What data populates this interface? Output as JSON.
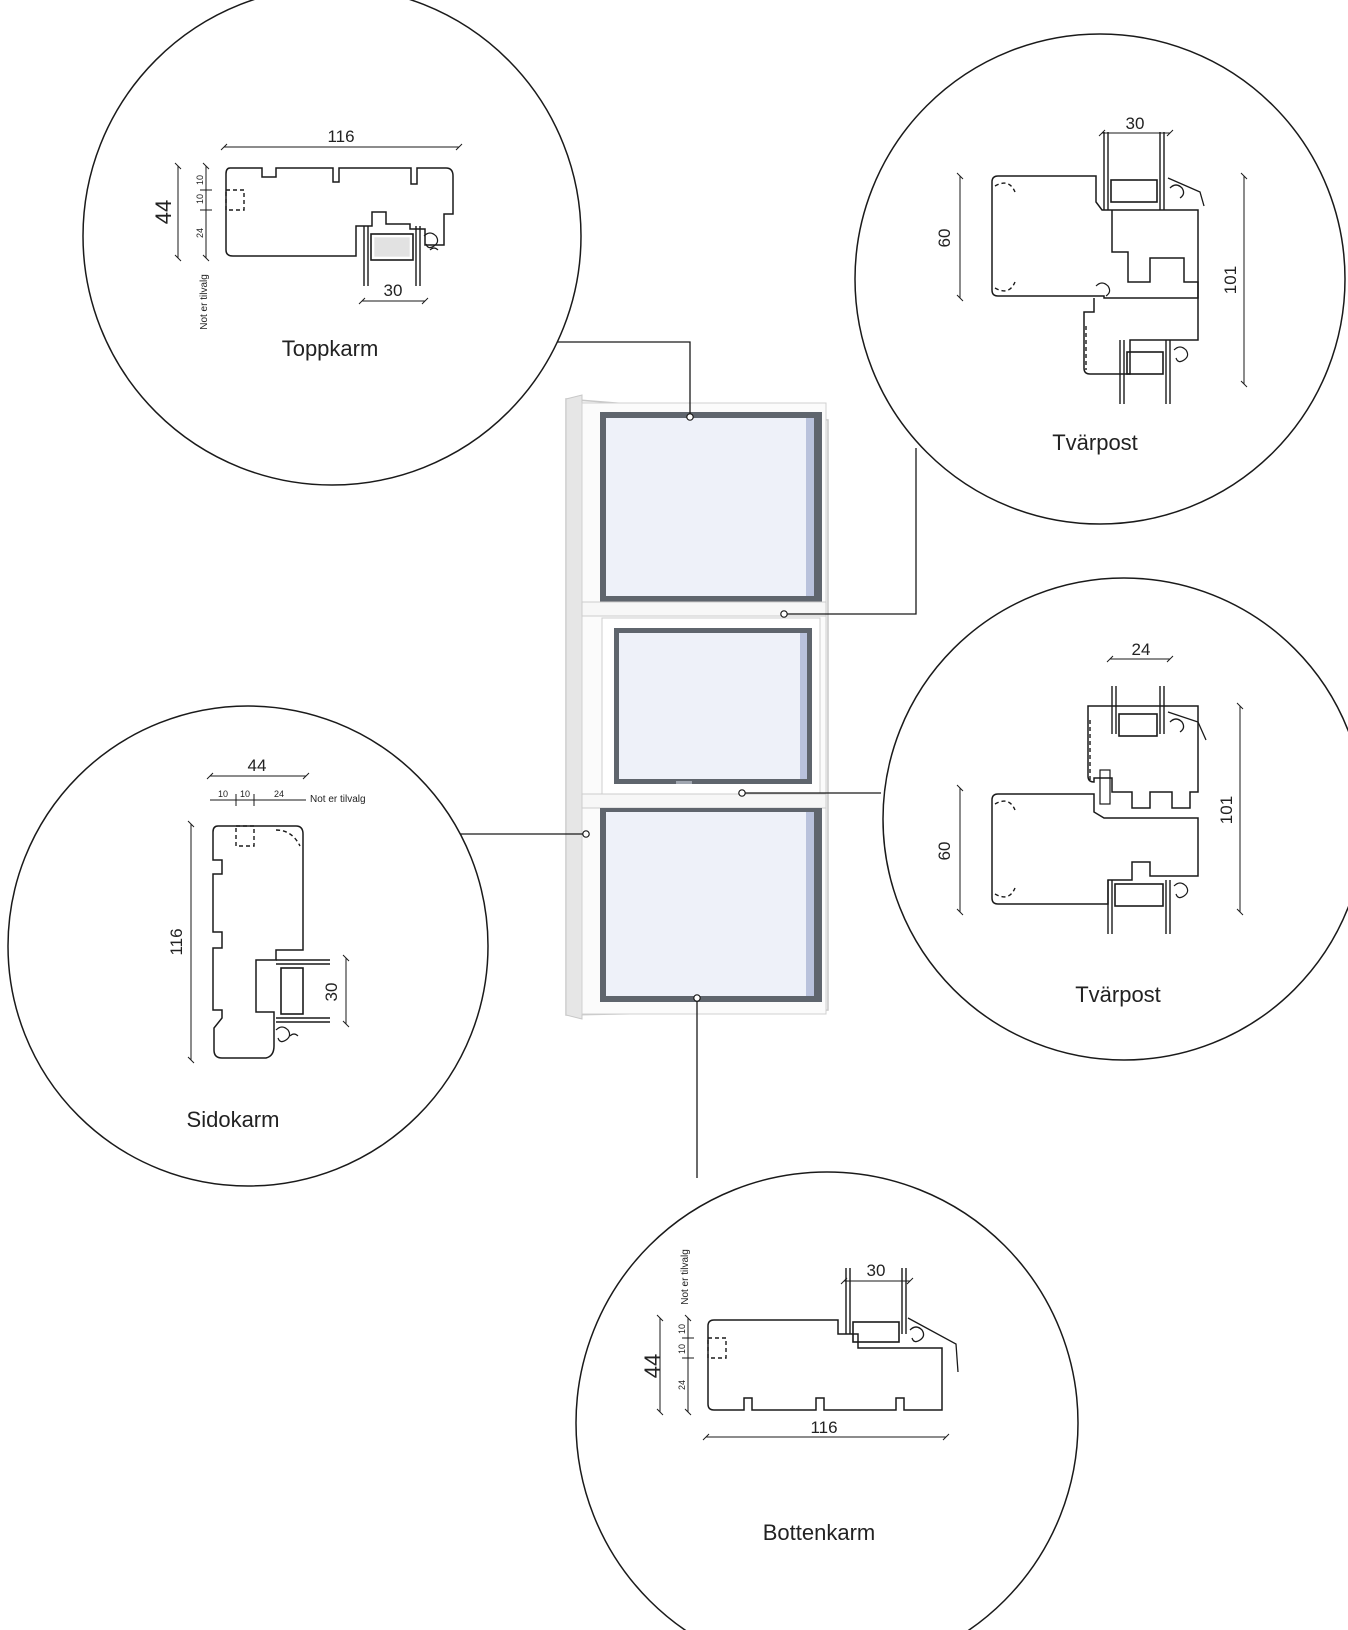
{
  "colors": {
    "line": "#1a1a1a",
    "glass": "#e9eef8",
    "frame": "#f7f7f7",
    "frame_edge": "#cfcfcf",
    "sash": "#5a6068"
  },
  "details": {
    "toppkarm": {
      "label": "Toppkarm",
      "dim_width": "116",
      "dim_height": "44",
      "dim_a": "10",
      "dim_b": "10",
      "dim_c": "24",
      "dim_glass": "30",
      "note": "Not er tilvalg"
    },
    "tvarpost1": {
      "label": "Tvärpost",
      "dim_glass": "30",
      "dim_left": "60",
      "dim_right": "101"
    },
    "sidokarm": {
      "label": "Sidokarm",
      "dim_width": "44",
      "dim_a": "10",
      "dim_b": "10",
      "dim_c": "24",
      "note": "Not er tilvalg",
      "dim_height": "116",
      "dim_glass": "30"
    },
    "tvarpost2": {
      "label": "Tvärpost",
      "dim_glass": "24",
      "dim_left": "60",
      "dim_right": "101"
    },
    "bottenkarm": {
      "label": "Bottenkarm",
      "dim_width": "116",
      "dim_height": "44",
      "dim_a": "10",
      "dim_b": "10",
      "dim_c": "24",
      "dim_glass": "30",
      "note": "Not er tilvalg"
    }
  }
}
